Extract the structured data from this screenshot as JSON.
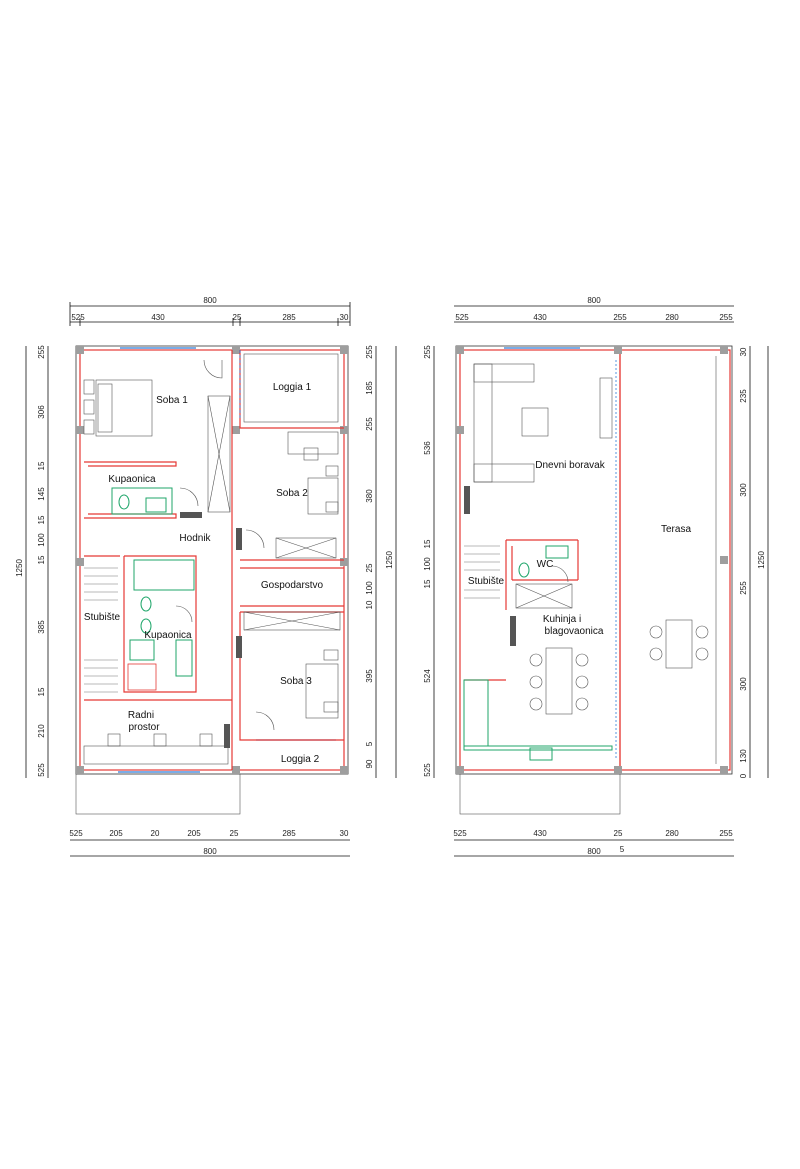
{
  "colors": {
    "wall_outline": "#e53935",
    "wall_core": "#333333",
    "wet_area": "#1fa66a",
    "glazing": "#2f7bd8",
    "column": "#9e9e9e"
  },
  "left_plan": {
    "top_total": "800",
    "top_segments": [
      "525",
      "430",
      "25",
      "285",
      "30"
    ],
    "bottom_segments": [
      "525",
      "205",
      "20",
      "205",
      "25",
      "285",
      "30"
    ],
    "bottom_total": "800",
    "left_total": "1250",
    "left_segments": [
      "255",
      "306",
      "15",
      "145",
      "15",
      "100",
      "15",
      "385",
      "15",
      "210",
      "525"
    ],
    "right_total": "1250",
    "right_segments": [
      "255",
      "185",
      "255",
      "380",
      "25",
      "100",
      "10",
      "395",
      "5",
      "90"
    ],
    "rooms": {
      "soba1": "Soba 1",
      "loggia1": "Loggia 1",
      "kupaonica1": "Kupaonica",
      "soba2": "Soba 2",
      "hodnik": "Hodnik",
      "gospodarstvo": "Gospodarstvo",
      "stubiste": "Stubište",
      "kupaonica2": "Kupaonica",
      "soba3": "Soba 3",
      "radni_line1": "Radni",
      "radni_line2": "prostor",
      "loggia2": "Loggia 2"
    }
  },
  "right_plan": {
    "top_total": "800",
    "top_segments": [
      "525",
      "430",
      "255",
      "280",
      "255"
    ],
    "bottom_segments": [
      "525",
      "430",
      "25",
      "280",
      "255"
    ],
    "bottom_total": "800",
    "bottom_extra": "5",
    "left_segments": [
      "255",
      "536",
      "15",
      "100",
      "15",
      "524",
      "525"
    ],
    "right_total": "1250",
    "right_segments": [
      "30",
      "235",
      "300",
      "255",
      "300",
      "130",
      "0"
    ],
    "rooms": {
      "dnevni": "Dnevni boravak",
      "terasa": "Terasa",
      "stubiste": "Stubište",
      "wc": "WC",
      "kuhinja_line1": "Kuhinja i",
      "kuhinja_line2": "blagovaonica"
    }
  }
}
